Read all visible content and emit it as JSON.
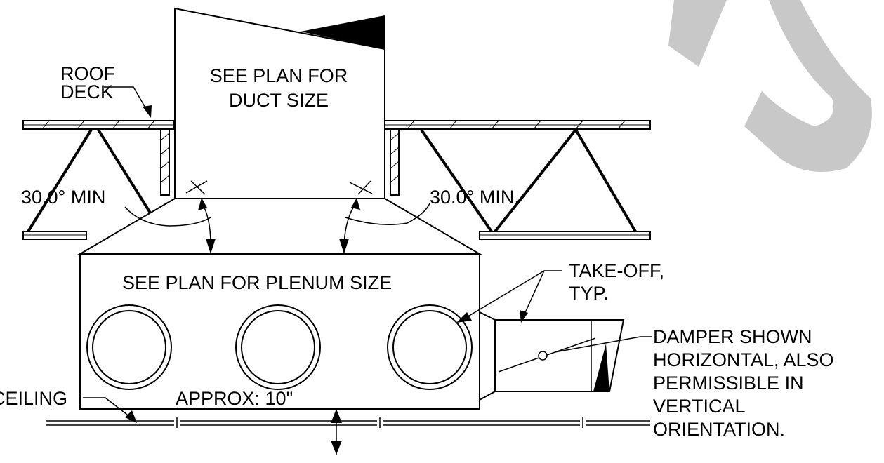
{
  "labels": {
    "roof_line1": "ROOF",
    "roof_line2": "DECK",
    "duct_line1": "SEE PLAN FOR",
    "duct_line2": "DUCT SIZE",
    "angle_left": "30.0° MIN",
    "angle_right": "30.0° MIN.",
    "plenum": "SEE PLAN FOR PLENUM SIZE",
    "takeoff_line1": "TAKE-OFF,",
    "takeoff_line2": "TYP.",
    "damper_line1": "DAMPER SHOWN",
    "damper_line2": "HORIZONTAL, ALSO",
    "damper_line3": "PERMISSIBLE IN",
    "damper_line4": "VERTICAL",
    "damper_line5": "ORIENTATION.",
    "ceiling": "CEILING",
    "approx": "APPROX: 10\""
  },
  "colors": {
    "line": "#000000",
    "watermark": "#c8c8c8",
    "background": "#ffffff"
  }
}
